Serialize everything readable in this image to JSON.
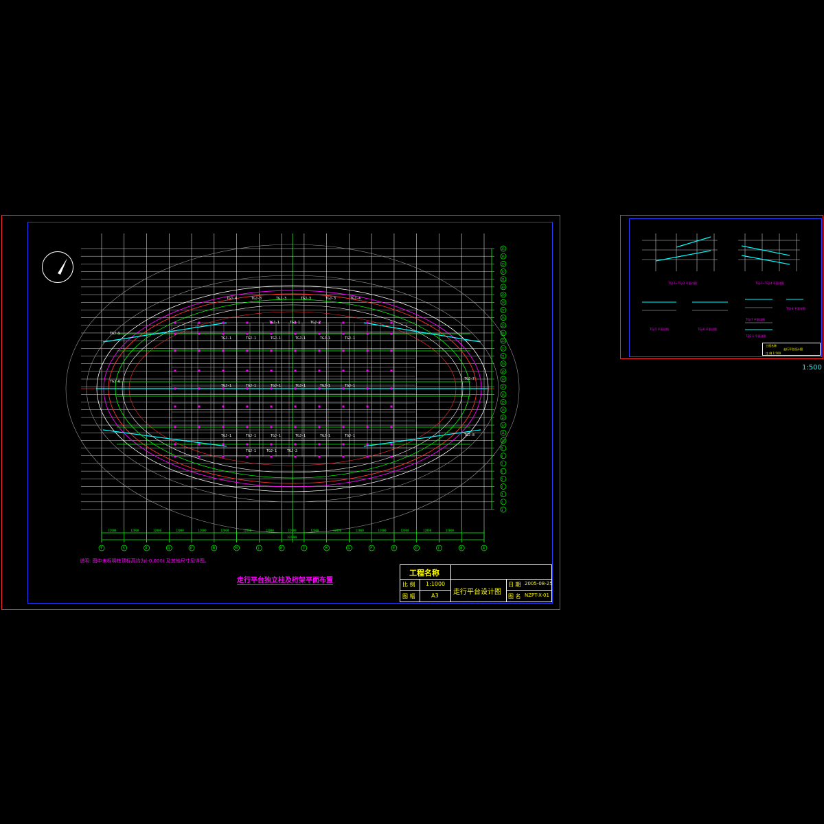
{
  "scale_note": "1:500",
  "main_sheet": {
    "drawing_title": "走行平台独立柱及桁架平面布置",
    "note": "说明: 图中未标明柱顶标高均为(-0.000) 及其他尺寸见详图。",
    "title_block": {
      "project_label": "工程名称",
      "scale_label": "比 例",
      "scale_value": "1:1000",
      "sheet_label": "图 幅",
      "sheet_value": "A3",
      "drawing_name": "走行平台设计图",
      "date_label": "日 期",
      "date_value": "2005-08-25",
      "number_label": "图 名",
      "number_value": "NZPT-X-01"
    },
    "bottom_axes": [
      "T",
      "S",
      "R",
      "Q",
      "P",
      "N",
      "M",
      "L",
      "K",
      "J",
      "H",
      "G",
      "F",
      "E",
      "D",
      "C",
      "B",
      "A"
    ],
    "right_axes": [
      "35",
      "34",
      "33",
      "32",
      "31",
      "30",
      "29",
      "28",
      "27",
      "26",
      "25",
      "24",
      "23",
      "22",
      "21",
      "20",
      "19",
      "18",
      "17",
      "16",
      "15",
      "14",
      "13",
      "12",
      "11",
      "10",
      "9",
      "8",
      "7",
      "6",
      "5",
      "4",
      "3",
      "2",
      "1"
    ],
    "dim_values": [
      "12000",
      "12000",
      "12000",
      "12000",
      "12000",
      "12000",
      "12000",
      "12000",
      "12000",
      "12000",
      "12000",
      "12000",
      "12000",
      "12000",
      "12000",
      "12000"
    ],
    "overall_dim": "192000",
    "labels_top": [
      "TGJ-4",
      "TGJ-3",
      "TGJ-3",
      "TGJ-3",
      "TGJ-3",
      "TGJ-4"
    ],
    "labels_mid1": [
      "TGJ-1",
      "TGJ-1",
      "TGJ-2"
    ],
    "labels_mid2": [
      "TGJ-1",
      "TGJ-1",
      "TGJ-1",
      "TGJ-1",
      "TGJ-1",
      "TGJ-1"
    ],
    "labels_center": [
      "TGJ-1",
      "TGJ-1",
      "TGJ-1",
      "TGJ-1",
      "TGJ-1",
      "TGJ-1"
    ],
    "labels_low1": [
      "TGJ-1",
      "TGJ-1",
      "TGJ-1",
      "TGJ-1",
      "TGJ-1",
      "TGJ-1"
    ],
    "labels_low2": [
      "TGJ-1",
      "TGJ-1",
      "TGJ-2"
    ],
    "labels_side": [
      "TGJ-5",
      "TGJ-6",
      "TGJ-7",
      "TGJ-8"
    ]
  },
  "detail_sheet": {
    "captions": [
      "TGJ-1~TGJ-2 平面详图",
      "TGJ-3~TGJ-4 平面详图",
      "TGJ-5 平面详图",
      "TGJ-6 平面详图",
      "TGJ-7 平面详图",
      "TGJ-8 平面详图",
      "TDZ-1 平面详图"
    ],
    "title_block": {
      "project_label": "工程名称",
      "row1": "走行平台设计图",
      "row2": "比 例 1:500"
    }
  },
  "colors": {
    "sheet_border": "#ff2a2a",
    "frame": "#2a3cff",
    "grid": "#d8d8d8",
    "green": "#00ff00",
    "cyan": "#00ffff",
    "magenta": "#ff00ff",
    "red": "#ff3030",
    "yellow": "#ffff00"
  }
}
